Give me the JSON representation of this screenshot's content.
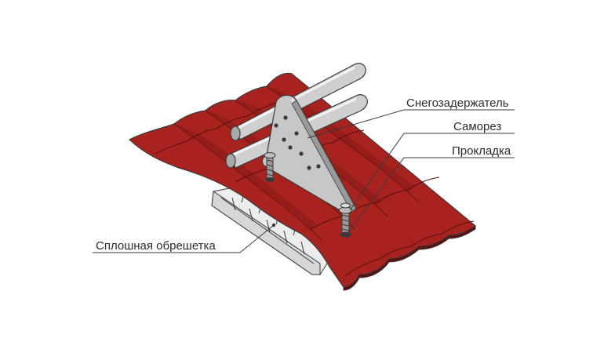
{
  "colors": {
    "roof_red": "#a8231f",
    "roof_red_dark": "#861a17",
    "roof_red_shadow": "#6e1412",
    "metal_light": "#d9d9d9",
    "metal_mid": "#bcbcbc",
    "metal_dark": "#8d8d8d",
    "outline": "#3a3a3a",
    "board": "#e9e9e9"
  },
  "labels": {
    "snow_guard": "Снегозадержатель",
    "screw": "Саморез",
    "gasket": "Прокладка",
    "sheathing": "Сплошная обрешетка"
  }
}
